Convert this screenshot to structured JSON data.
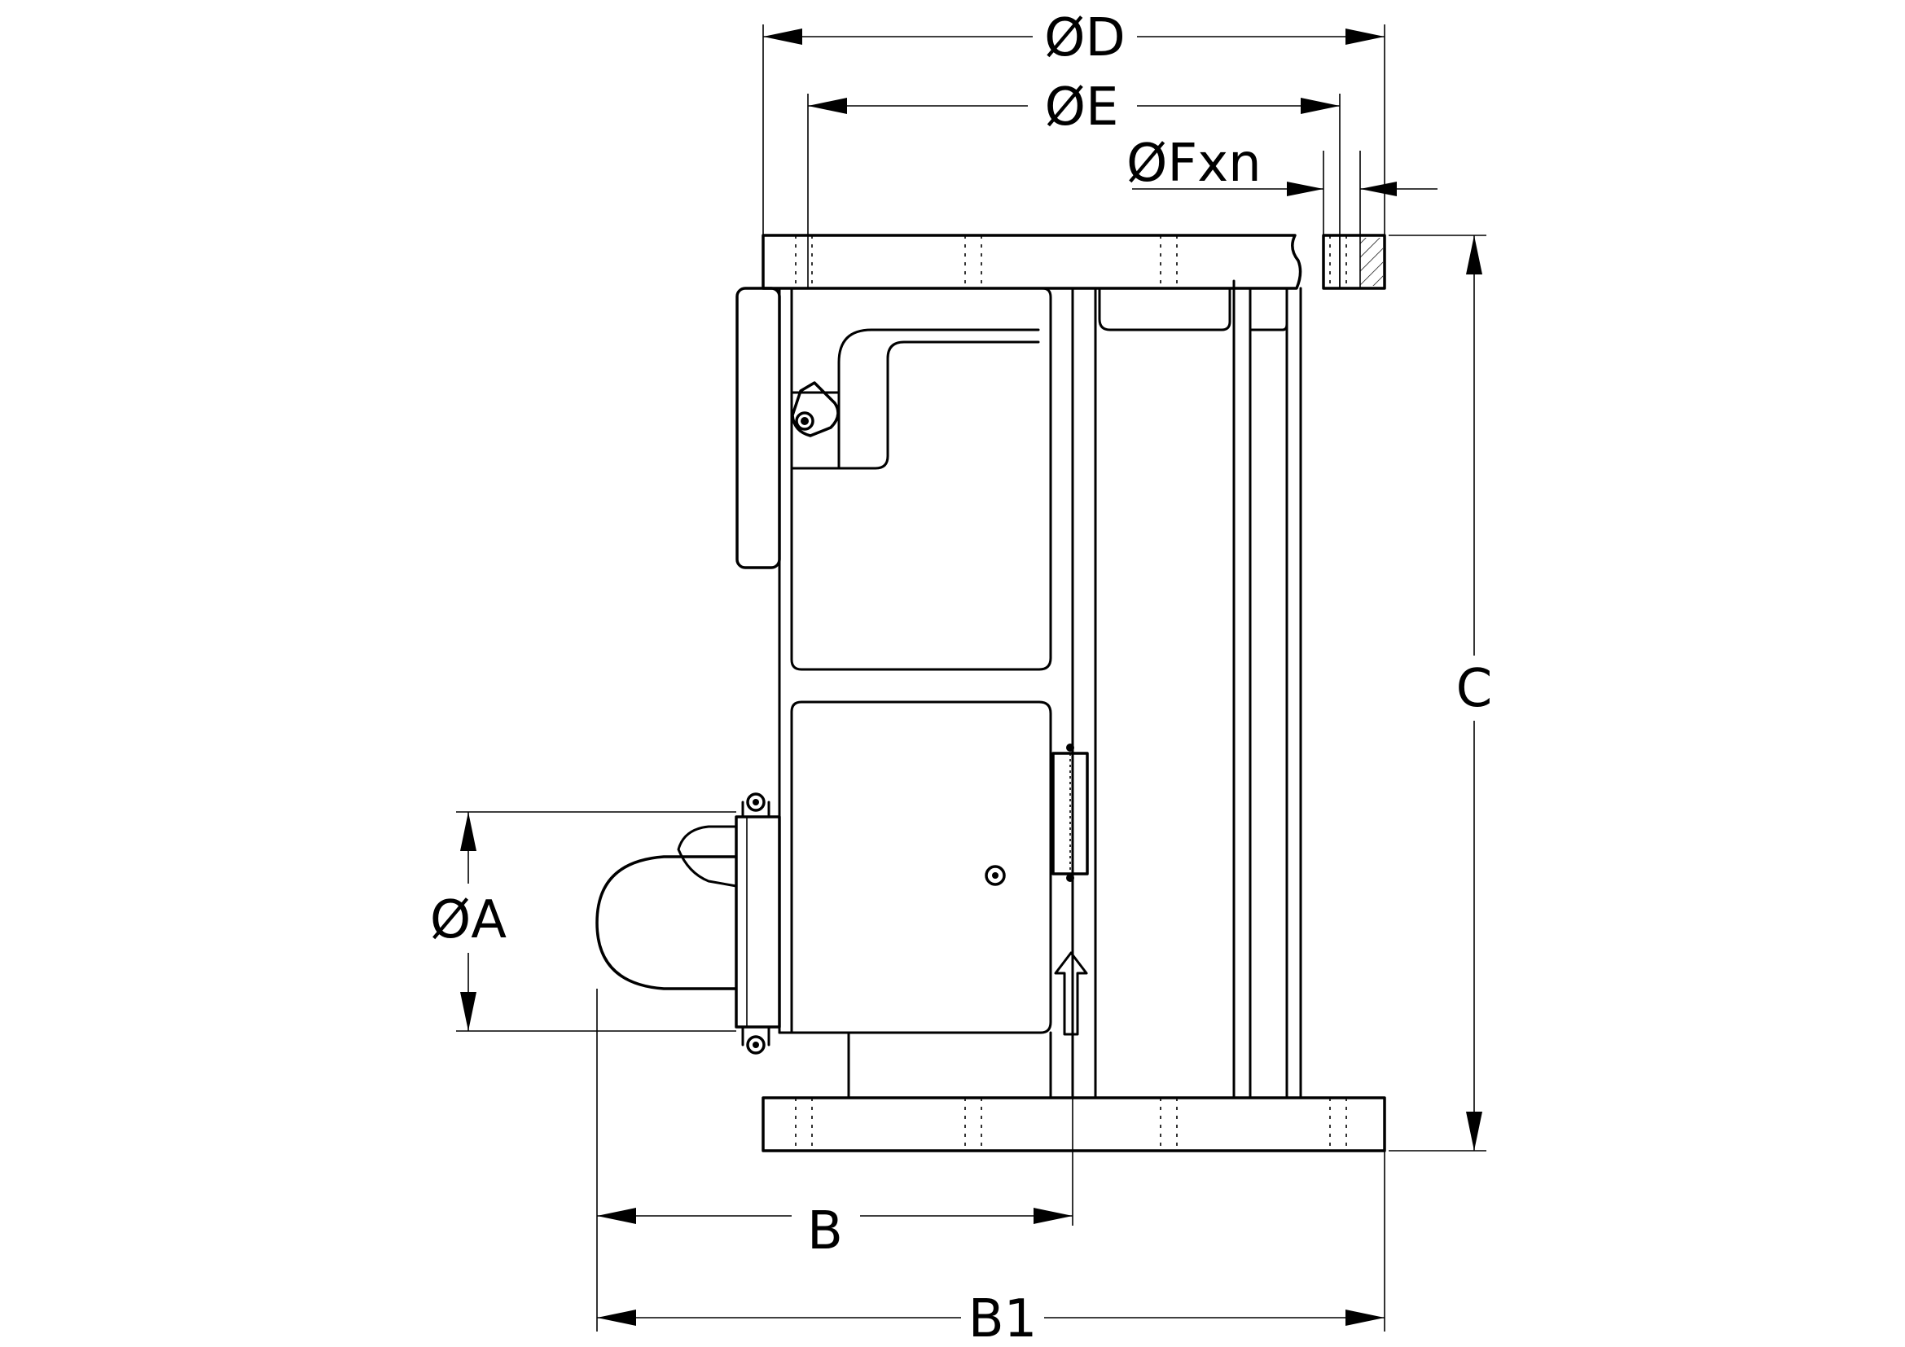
{
  "diagram": {
    "labels": {
      "D": "ØD",
      "E": "ØE",
      "F": "ØFxn",
      "C": "C",
      "A": "ØA",
      "B": "B",
      "B1": "B1"
    }
  }
}
